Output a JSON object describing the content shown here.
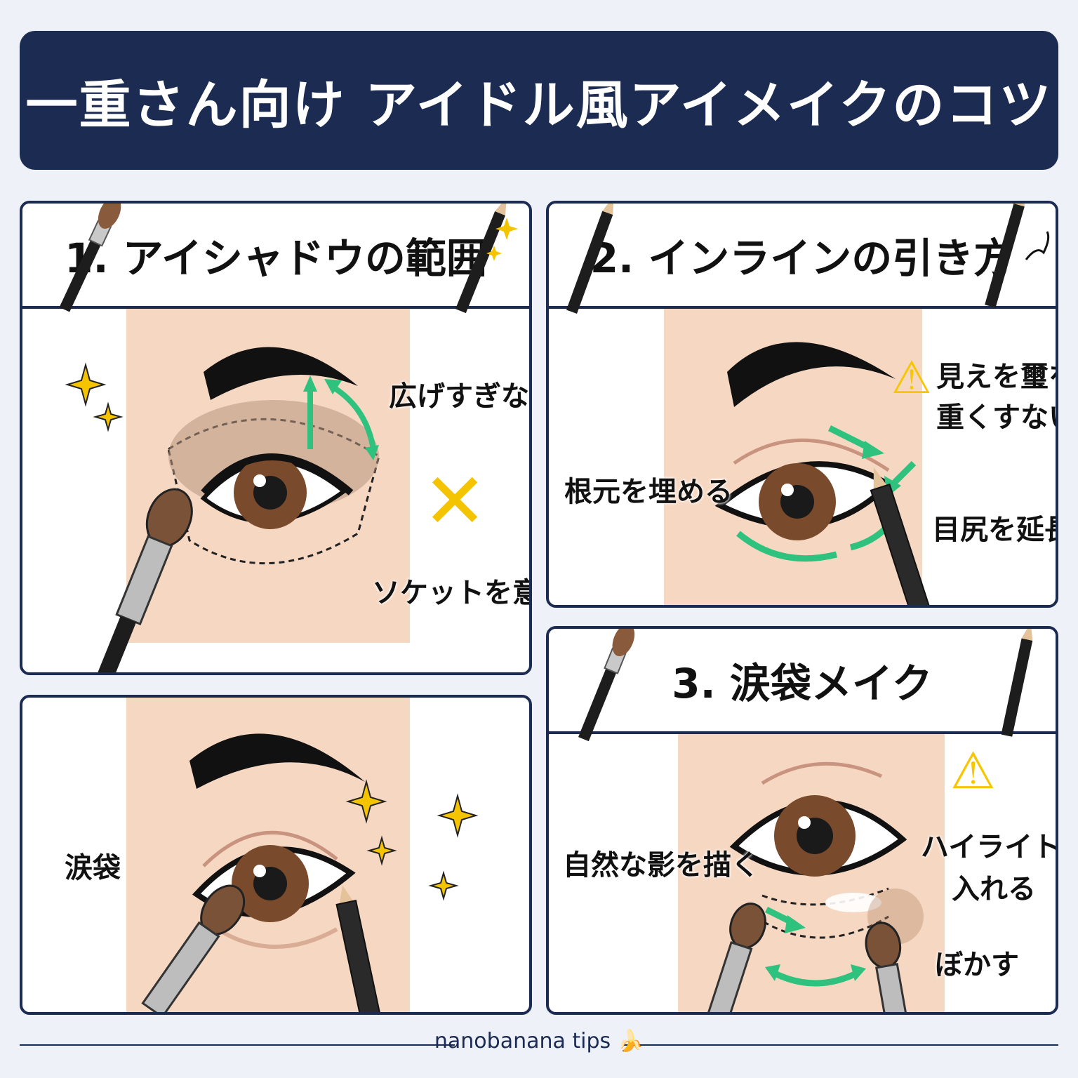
{
  "title": "一重さん向け アイドル風アイメイクのコツ",
  "panels": {
    "p1": {
      "heading": "1. アイシャドウの範囲",
      "label_no_spread": "広げすぎない",
      "label_socket": "ソケットを意識"
    },
    "p2": {
      "heading": "2. インラインの引き方",
      "label_warning_1": "見えを璽を",
      "label_warning_2": "重くすない",
      "label_fill_roots": "根元を埋める",
      "label_extend_outer": "目尻を延長"
    },
    "p3": {
      "heading": "3. 涙袋メイク",
      "label_shadow": "自然な影を描く",
      "label_highlight_1": "ハイライトを",
      "label_highlight_2": "入れる",
      "label_blend": "ぼかす"
    },
    "p4": {
      "label_tear_bag": "涙袋"
    }
  },
  "footer": "nanobanana tips",
  "colors": {
    "navy": "#1c2b52",
    "skin": "#f6d7c2",
    "arrow_green": "#2ec27e",
    "sparkle_yellow": "#f4c400",
    "warning_yellow": "#f7c600"
  }
}
